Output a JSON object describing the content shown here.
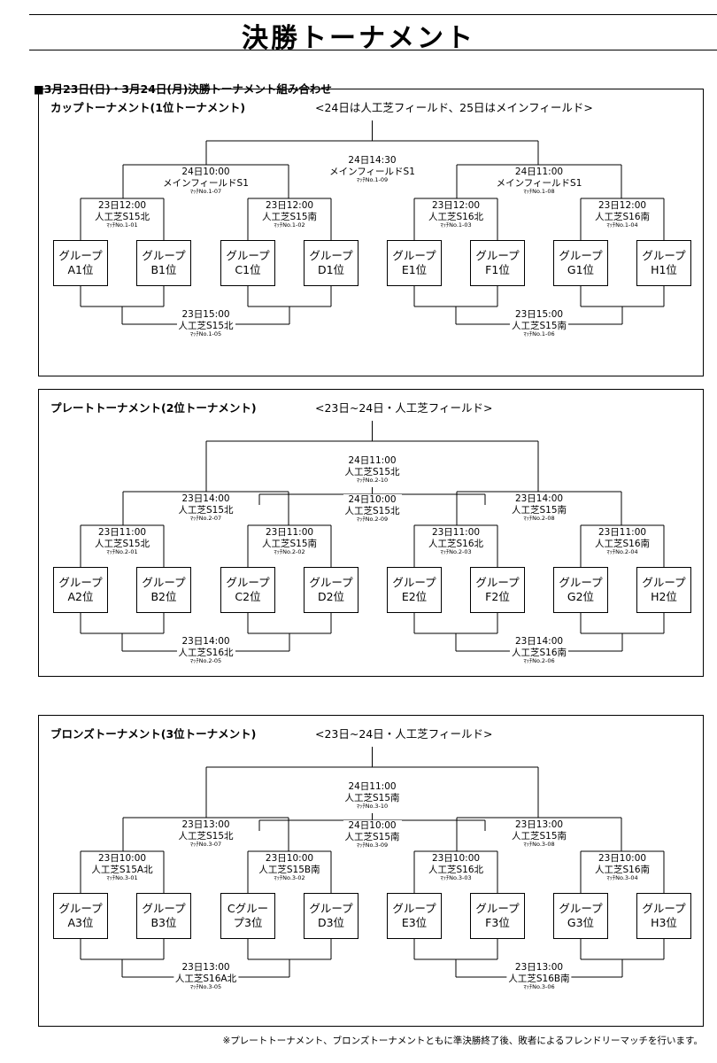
{
  "title": "決勝トーナメント",
  "subtitle": "■3月23日(日)・3月24日(月)決勝トーナメント組み合わせ",
  "footnote": "※プレートトーナメント、ブロンズトーナメントともに準決勝終了後、敗者によるフレンドリーマッチを行います。",
  "panels": [
    {
      "title": "カップトーナメント(1位トーナメント)",
      "note": "<24日は人工芝フィールド、25日はメインフィールド>",
      "teams": [
        [
          "グループ",
          "A1位"
        ],
        [
          "グループ",
          "B1位"
        ],
        [
          "グループ",
          "C1位"
        ],
        [
          "グループ",
          "D1位"
        ],
        [
          "グループ",
          "E1位"
        ],
        [
          "グループ",
          "F1位"
        ],
        [
          "グループ",
          "G1位"
        ],
        [
          "グループ",
          "H1位"
        ]
      ],
      "final": {
        "time": "24日14:30",
        "venue": "メインフィールドS1",
        "no": "ﾏｯﾁNo.1-09"
      },
      "final2": null,
      "semis": [
        {
          "time": "24日10:00",
          "venue": "メインフィールドS1",
          "no": "ﾏｯﾁNo.1-07"
        },
        {
          "time": "24日11:00",
          "venue": "メインフィールドS1",
          "no": "ﾏｯﾁNo.1-08"
        }
      ],
      "qf": [
        {
          "time": "23日12:00",
          "venue": "人工芝S15北",
          "no": "ﾏｯﾁNo.1-01"
        },
        {
          "time": "23日12:00",
          "venue": "人工芝S15南",
          "no": "ﾏｯﾁNo.1-02"
        },
        {
          "time": "23日12:00",
          "venue": "人工芝S16北",
          "no": "ﾏｯﾁNo.1-03"
        },
        {
          "time": "23日12:00",
          "venue": "人工芝S16南",
          "no": "ﾏｯﾁNo.1-04"
        }
      ],
      "lower": [
        {
          "time": "23日15:00",
          "venue": "人工芝S15北",
          "no": "ﾏｯﾁNo.1-05"
        },
        {
          "time": "23日15:00",
          "venue": "人工芝S15南",
          "no": "ﾏｯﾁNo.1-06"
        }
      ]
    },
    {
      "title": "プレートトーナメント(2位トーナメント)",
      "note": "<23日~24日・人工芝フィールド>",
      "teams": [
        [
          "グループ",
          "A2位"
        ],
        [
          "グループ",
          "B2位"
        ],
        [
          "グループ",
          "C2位"
        ],
        [
          "グループ",
          "D2位"
        ],
        [
          "グループ",
          "E2位"
        ],
        [
          "グループ",
          "F2位"
        ],
        [
          "グループ",
          "G2位"
        ],
        [
          "グループ",
          "H2位"
        ]
      ],
      "final": {
        "time": "24日11:00",
        "venue": "人工芝S15北",
        "no": "ﾏｯﾁNo.2-10"
      },
      "final2": {
        "time": "24日10:00",
        "venue": "人工芝S15北",
        "no": "ﾏｯﾁNo.2-09"
      },
      "semis": [
        {
          "time": "23日14:00",
          "venue": "人工芝S15北",
          "no": "ﾏｯﾁNo.2-07"
        },
        {
          "time": "23日14:00",
          "venue": "人工芝S15南",
          "no": "ﾏｯﾁNo.2-08"
        }
      ],
      "qf": [
        {
          "time": "23日11:00",
          "venue": "人工芝S15北",
          "no": "ﾏｯﾁNo.2-01"
        },
        {
          "time": "23日11:00",
          "venue": "人工芝S15南",
          "no": "ﾏｯﾁNo.2-02"
        },
        {
          "time": "23日11:00",
          "venue": "人工芝S16北",
          "no": "ﾏｯﾁNo.2-03"
        },
        {
          "time": "23日11:00",
          "venue": "人工芝S16南",
          "no": "ﾏｯﾁNo.2-04"
        }
      ],
      "lower": [
        {
          "time": "23日14:00",
          "venue": "人工芝S16北",
          "no": "ﾏｯﾁNo.2-05"
        },
        {
          "time": "23日14:00",
          "venue": "人工芝S16南",
          "no": "ﾏｯﾁNo.2-06"
        }
      ]
    },
    {
      "title": "ブロンズトーナメント(3位トーナメント)",
      "note": "<23日~24日・人工芝フィールド>",
      "teams": [
        [
          "グループ",
          "A3位"
        ],
        [
          "グループ",
          "B3位"
        ],
        [
          "Cグルー",
          "プ3位"
        ],
        [
          "グループ",
          "D3位"
        ],
        [
          "グループ",
          "E3位"
        ],
        [
          "グループ",
          "F3位"
        ],
        [
          "グループ",
          "G3位"
        ],
        [
          "グループ",
          "H3位"
        ]
      ],
      "final": {
        "time": "24日11:00",
        "venue": "人工芝S15南",
        "no": "ﾏｯﾁNo.3-10"
      },
      "final2": {
        "time": "24日10:00",
        "venue": "人工芝S15南",
        "no": "ﾏｯﾁNo.3-09"
      },
      "semis": [
        {
          "time": "23日13:00",
          "venue": "人工芝S15北",
          "no": "ﾏｯﾁNo.3-07"
        },
        {
          "time": "23日13:00",
          "venue": "人工芝S15南",
          "no": "ﾏｯﾁNo.3-08"
        }
      ],
      "qf": [
        {
          "time": "23日10:00",
          "venue": "人工芝S15A北",
          "no": "ﾏｯﾁNo.3-01"
        },
        {
          "time": "23日10:00",
          "venue": "人工芝S15B南",
          "no": "ﾏｯﾁNo.3-02"
        },
        {
          "time": "23日10:00",
          "venue": "人工芝S16北",
          "no": "ﾏｯﾁNo.3-03"
        },
        {
          "time": "23日10:00",
          "venue": "人工芝S16南",
          "no": "ﾏｯﾁNo.3-04"
        }
      ],
      "lower": [
        {
          "time": "23日13:00",
          "venue": "人工芝S16A北",
          "no": "ﾏｯﾁNo.3-05"
        },
        {
          "time": "23日13:00",
          "venue": "人工芝S16B南",
          "no": "ﾏｯﾁNo.3-06"
        }
      ]
    }
  ]
}
